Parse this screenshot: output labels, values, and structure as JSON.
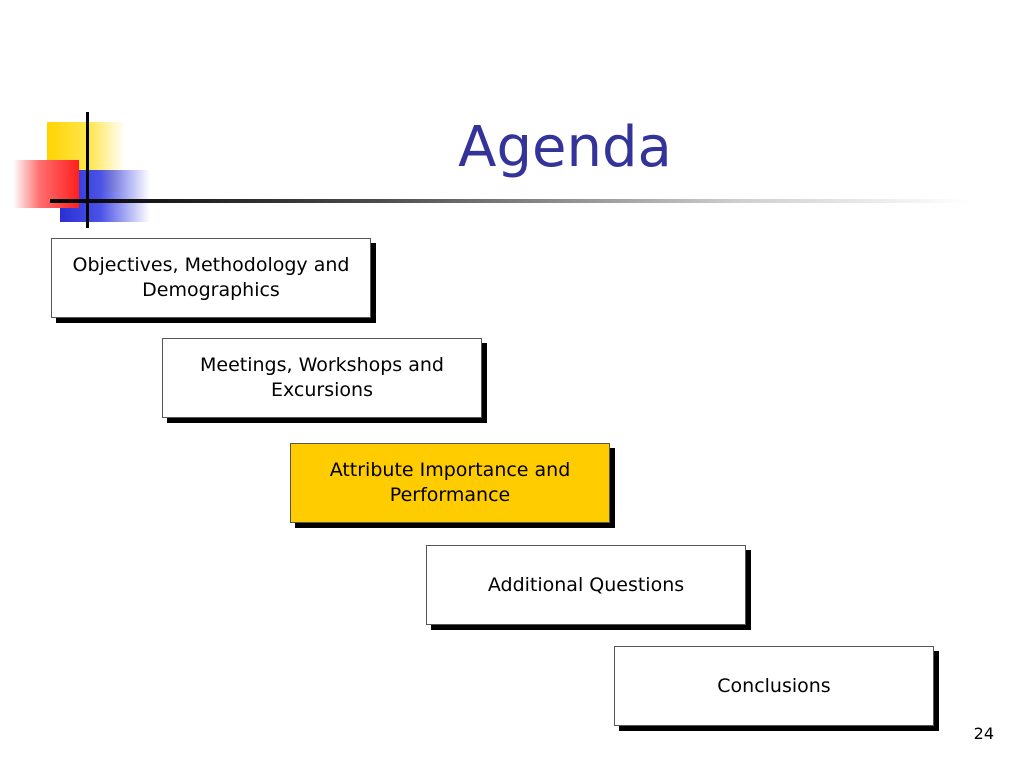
{
  "slide": {
    "title": "Agenda",
    "page_number": "24"
  },
  "agenda": {
    "items": [
      {
        "label": "Objectives, Methodology and Demographics",
        "highlighted": false
      },
      {
        "label": "Meetings, Workshops and Excursions",
        "highlighted": false
      },
      {
        "label": "Attribute Importance and Performance",
        "highlighted": true
      },
      {
        "label": "Additional Questions",
        "highlighted": false
      },
      {
        "label": "Conclusions",
        "highlighted": false
      }
    ]
  },
  "colors": {
    "title": "#333399",
    "highlight": "#ffcc00",
    "logo_yellow": "#ffd400",
    "logo_blue": "#2a2fd6",
    "logo_red": "#ff1f1f"
  }
}
